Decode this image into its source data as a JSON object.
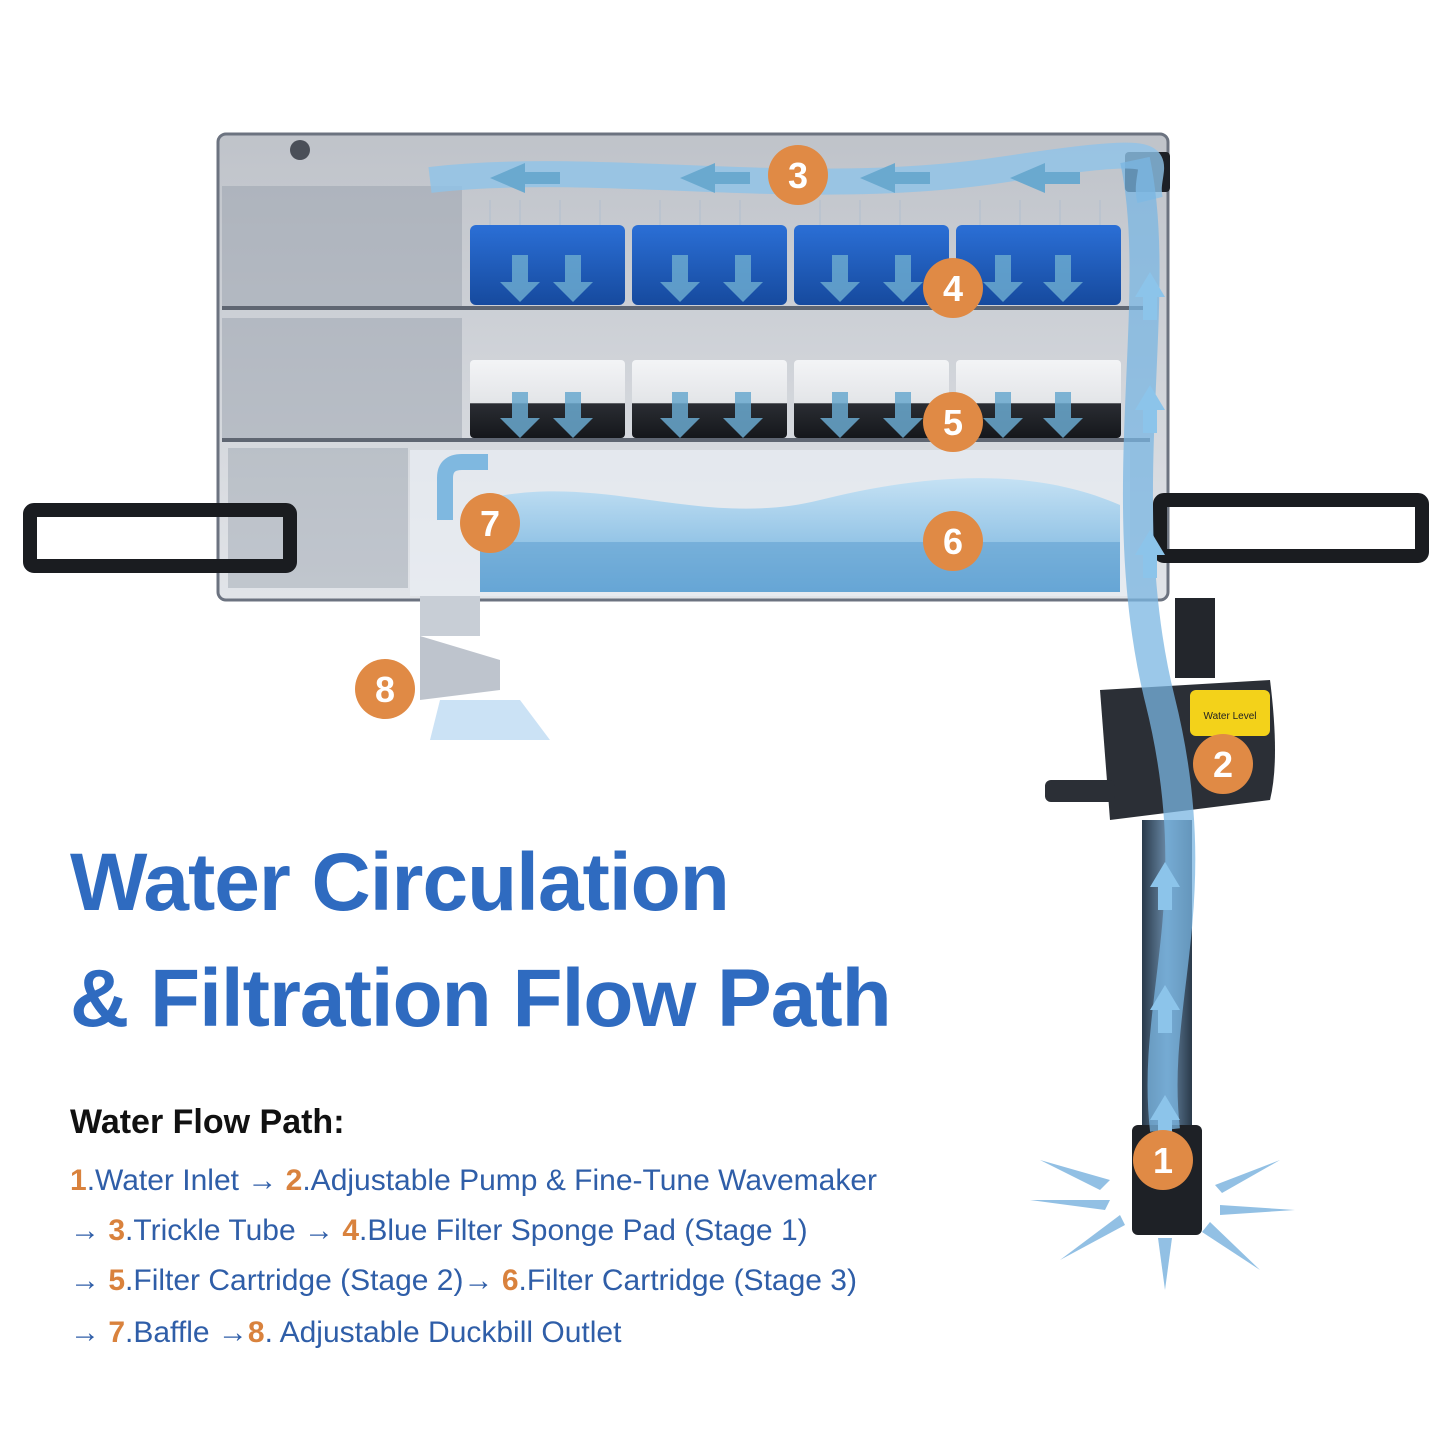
{
  "headline": {
    "line1": "Water Circulation",
    "line2": "& Filtration Flow Path"
  },
  "flow_path": {
    "heading": "Water Flow Path:",
    "arrow": "→",
    "steps": [
      {
        "num": "1",
        "label": ".Water Inlet"
      },
      {
        "num": "2",
        "label": ".Adjustable Pump & Fine-Tune Wavemaker"
      },
      {
        "num": "3",
        "label": ".Trickle Tube"
      },
      {
        "num": "4",
        "label": ".Blue Filter Sponge Pad  (Stage 1)"
      },
      {
        "num": "5",
        "label": ".Filter Cartridge (Stage 2)"
      },
      {
        "num": "6",
        "label": ".Filter Cartridge (Stage 3)"
      },
      {
        "num": "7",
        "label": ".Baffle"
      },
      {
        "num": "8",
        "label": ". Adjustable Duckbill Outlet"
      }
    ]
  },
  "pump_label": "Water Level",
  "colors": {
    "badge": "#e08a45",
    "headline": "#2f6bc0",
    "sponge": "#1f5fc9",
    "water": "#6fb0e0",
    "housing": "#7d8593"
  }
}
